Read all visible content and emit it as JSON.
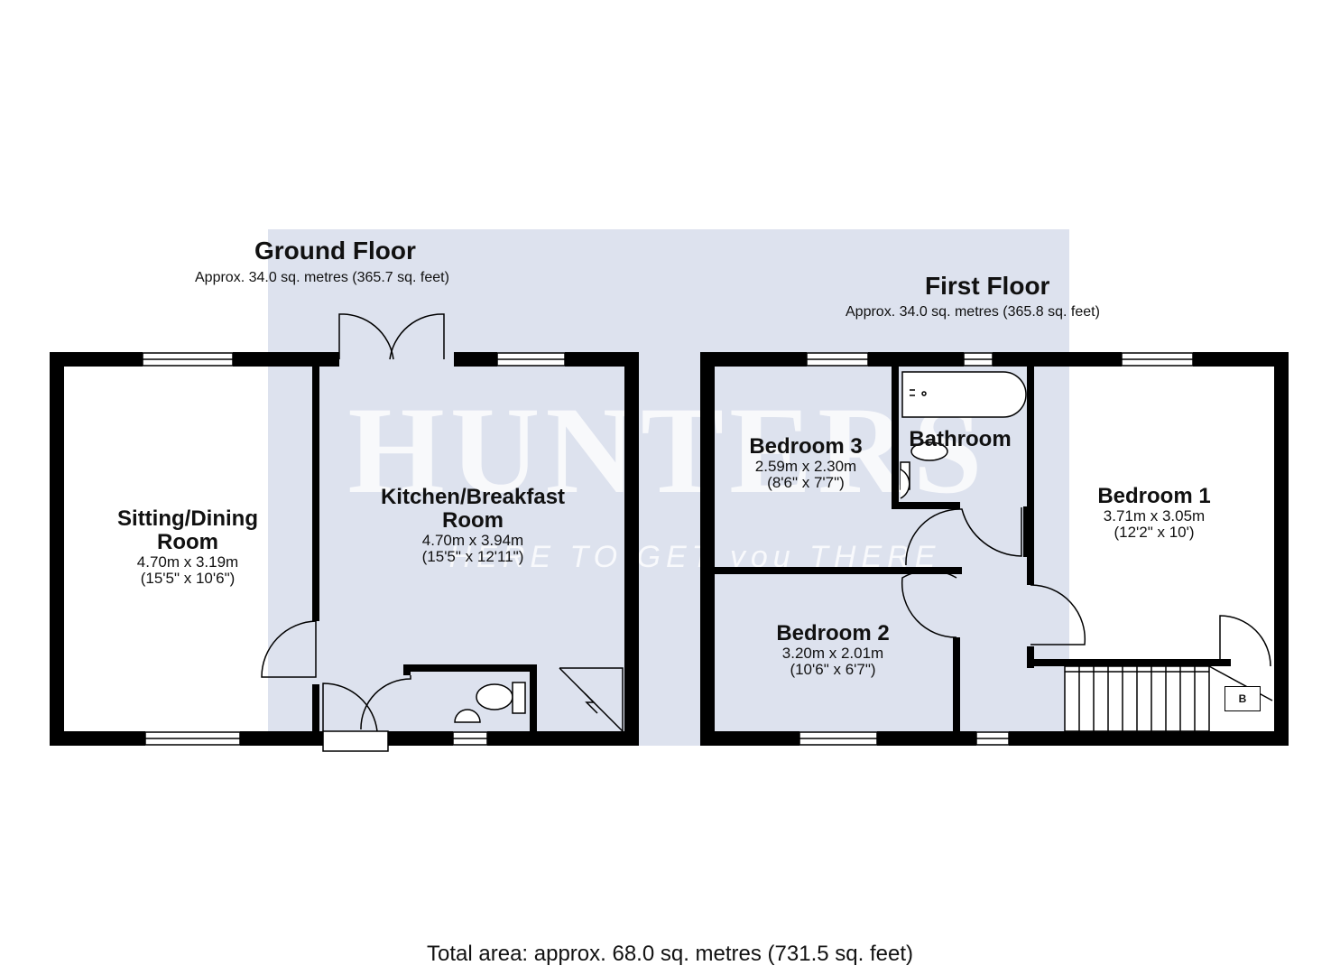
{
  "watermark": {
    "brand": "HUNTERS",
    "tagline": "HERE TO GET you THERE"
  },
  "ground_floor": {
    "title": "Ground Floor",
    "area": "Approx. 34.0 sq. metres (365.7 sq. feet)",
    "rooms": [
      {
        "name_lines": [
          "Sitting/Dining",
          "Room"
        ],
        "metric": "4.70m x 3.19m",
        "imperial": "(15'5\" x 10'6\")"
      },
      {
        "name_lines": [
          "Kitchen/Breakfast",
          "Room"
        ],
        "metric": "4.70m x 3.94m",
        "imperial": "(15'5\" x 12'11\")"
      }
    ]
  },
  "first_floor": {
    "title": "First Floor",
    "area": "Approx. 34.0 sq. metres (365.8 sq. feet)",
    "rooms": [
      {
        "name": "Bedroom 3",
        "metric": "2.59m x 2.30m",
        "imperial": "(8'6\" x 7'7\")"
      },
      {
        "name": "Bathroom"
      },
      {
        "name": "Bedroom 1",
        "metric": "3.71m x 3.05m",
        "imperial": "(12'2\" x 10')"
      },
      {
        "name": "Bedroom 2",
        "metric": "3.20m x 2.01m",
        "imperial": "(10'6\" x 6'7\")"
      }
    ],
    "boiler_label": "B"
  },
  "total_area": "Total area: approx. 68.0 sq. metres (731.5 sq. feet)"
}
